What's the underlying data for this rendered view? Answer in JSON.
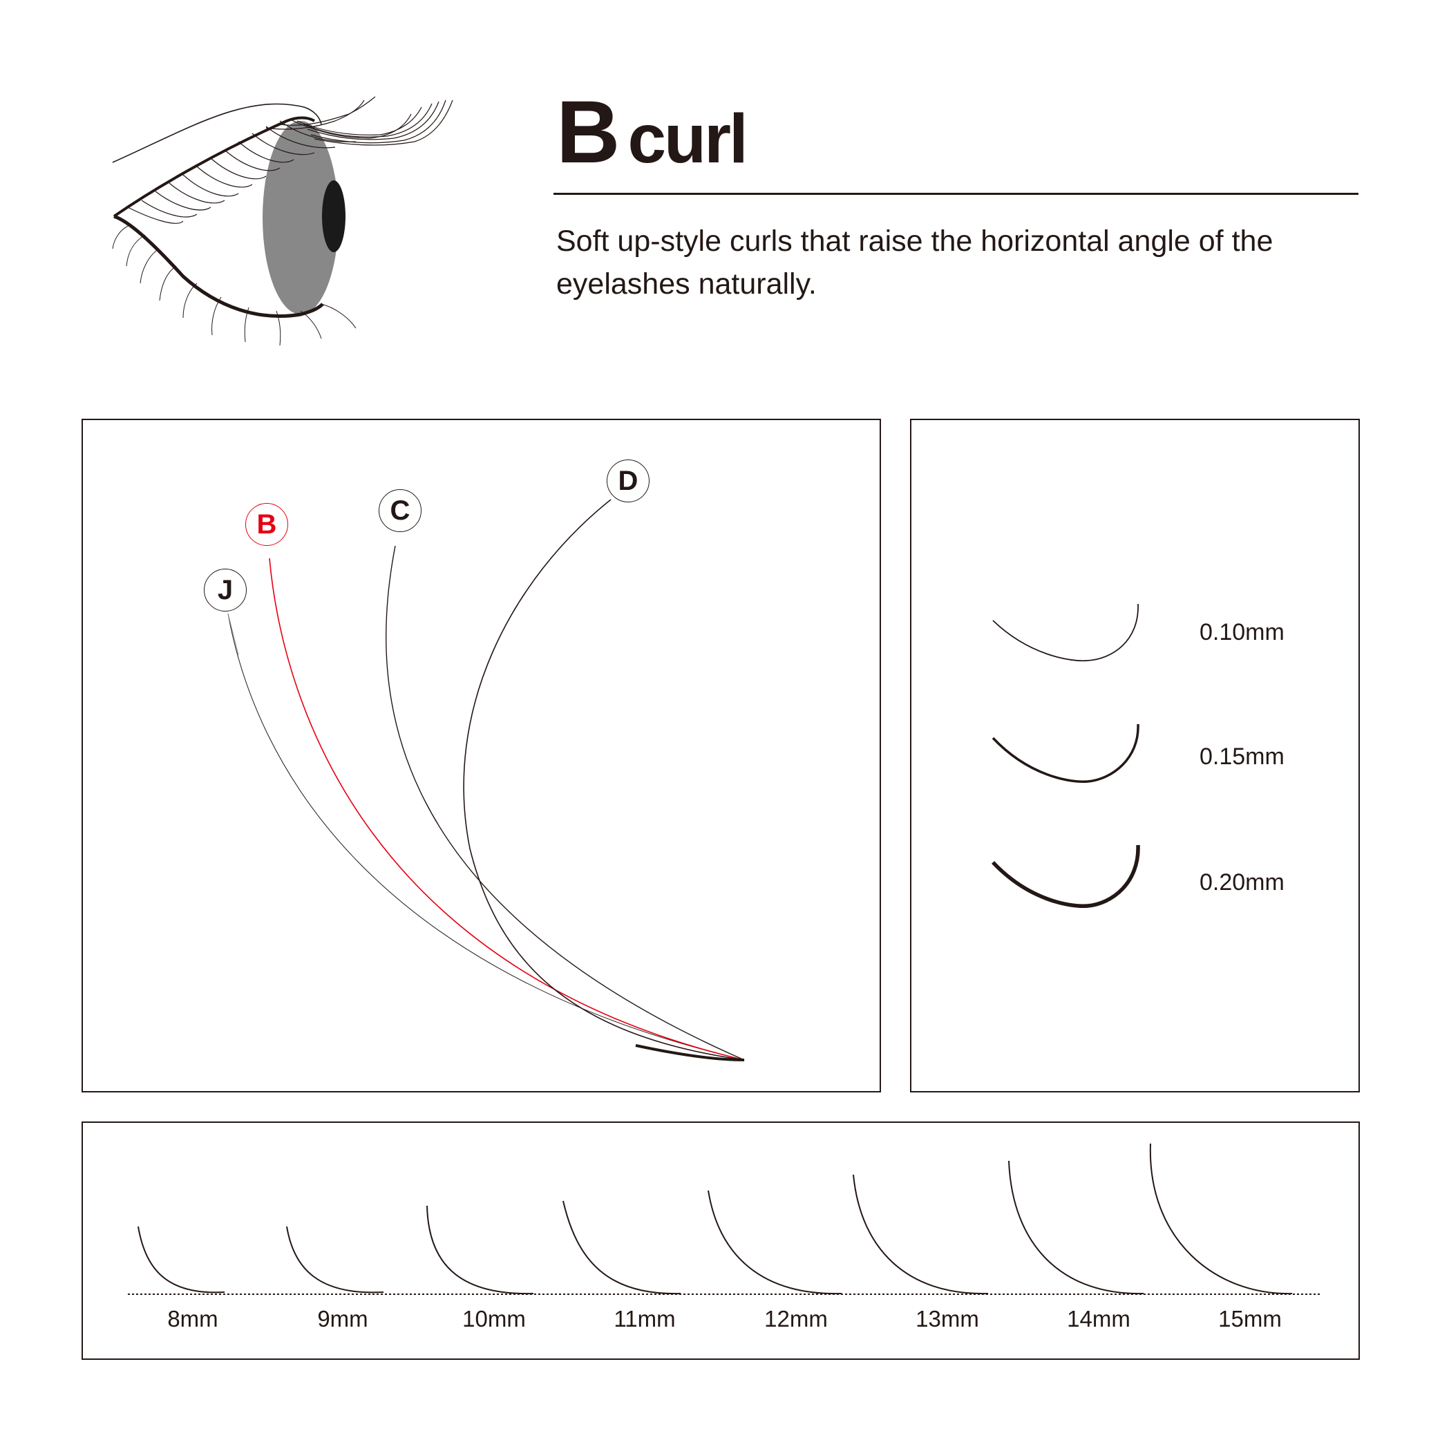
{
  "header": {
    "title_letter": "B",
    "title_word": "curl",
    "description": "Soft up-style curls that raise the horizontal angle of the eyelashes naturally."
  },
  "colors": {
    "ink": "#231815",
    "accent": "#e60012",
    "iris": "#888888",
    "pupil": "#1a1a1a"
  },
  "illustration": {
    "icon": "eye-with-lashes-icon"
  },
  "curl_comparison": {
    "selected": "B",
    "curls": [
      {
        "label": "J",
        "active": false
      },
      {
        "label": "B",
        "active": true
      },
      {
        "label": "C",
        "active": false
      },
      {
        "label": "D",
        "active": false
      }
    ]
  },
  "thickness": {
    "options": [
      {
        "label": "0.10mm"
      },
      {
        "label": "0.15mm"
      },
      {
        "label": "0.20mm"
      }
    ]
  },
  "lengths": {
    "options": [
      {
        "label": "8mm"
      },
      {
        "label": "9mm"
      },
      {
        "label": "10mm"
      },
      {
        "label": "11mm"
      },
      {
        "label": "12mm"
      },
      {
        "label": "13mm"
      },
      {
        "label": "14mm"
      },
      {
        "label": "15mm"
      }
    ]
  }
}
